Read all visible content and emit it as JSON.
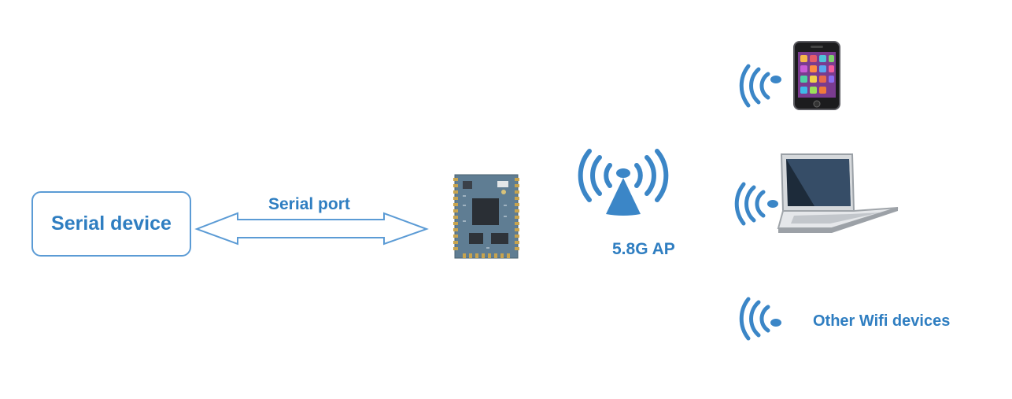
{
  "diagram": {
    "serial_device_label": "Serial device",
    "serial_port_label": "Serial port",
    "ap_label": "5.8G AP",
    "other_devices_label": "Other Wifi devices"
  },
  "colors": {
    "accent": "#2f7ec1",
    "box_border": "#5b9bd5",
    "wifi_blue": "#3b86c7",
    "module_board": "#5f7d93"
  },
  "icons": [
    "bidirectional-arrow-icon",
    "wifi-module-icon",
    "ap-antenna-icon",
    "wifi-signal-icon",
    "smartphone-icon",
    "laptop-icon"
  ]
}
